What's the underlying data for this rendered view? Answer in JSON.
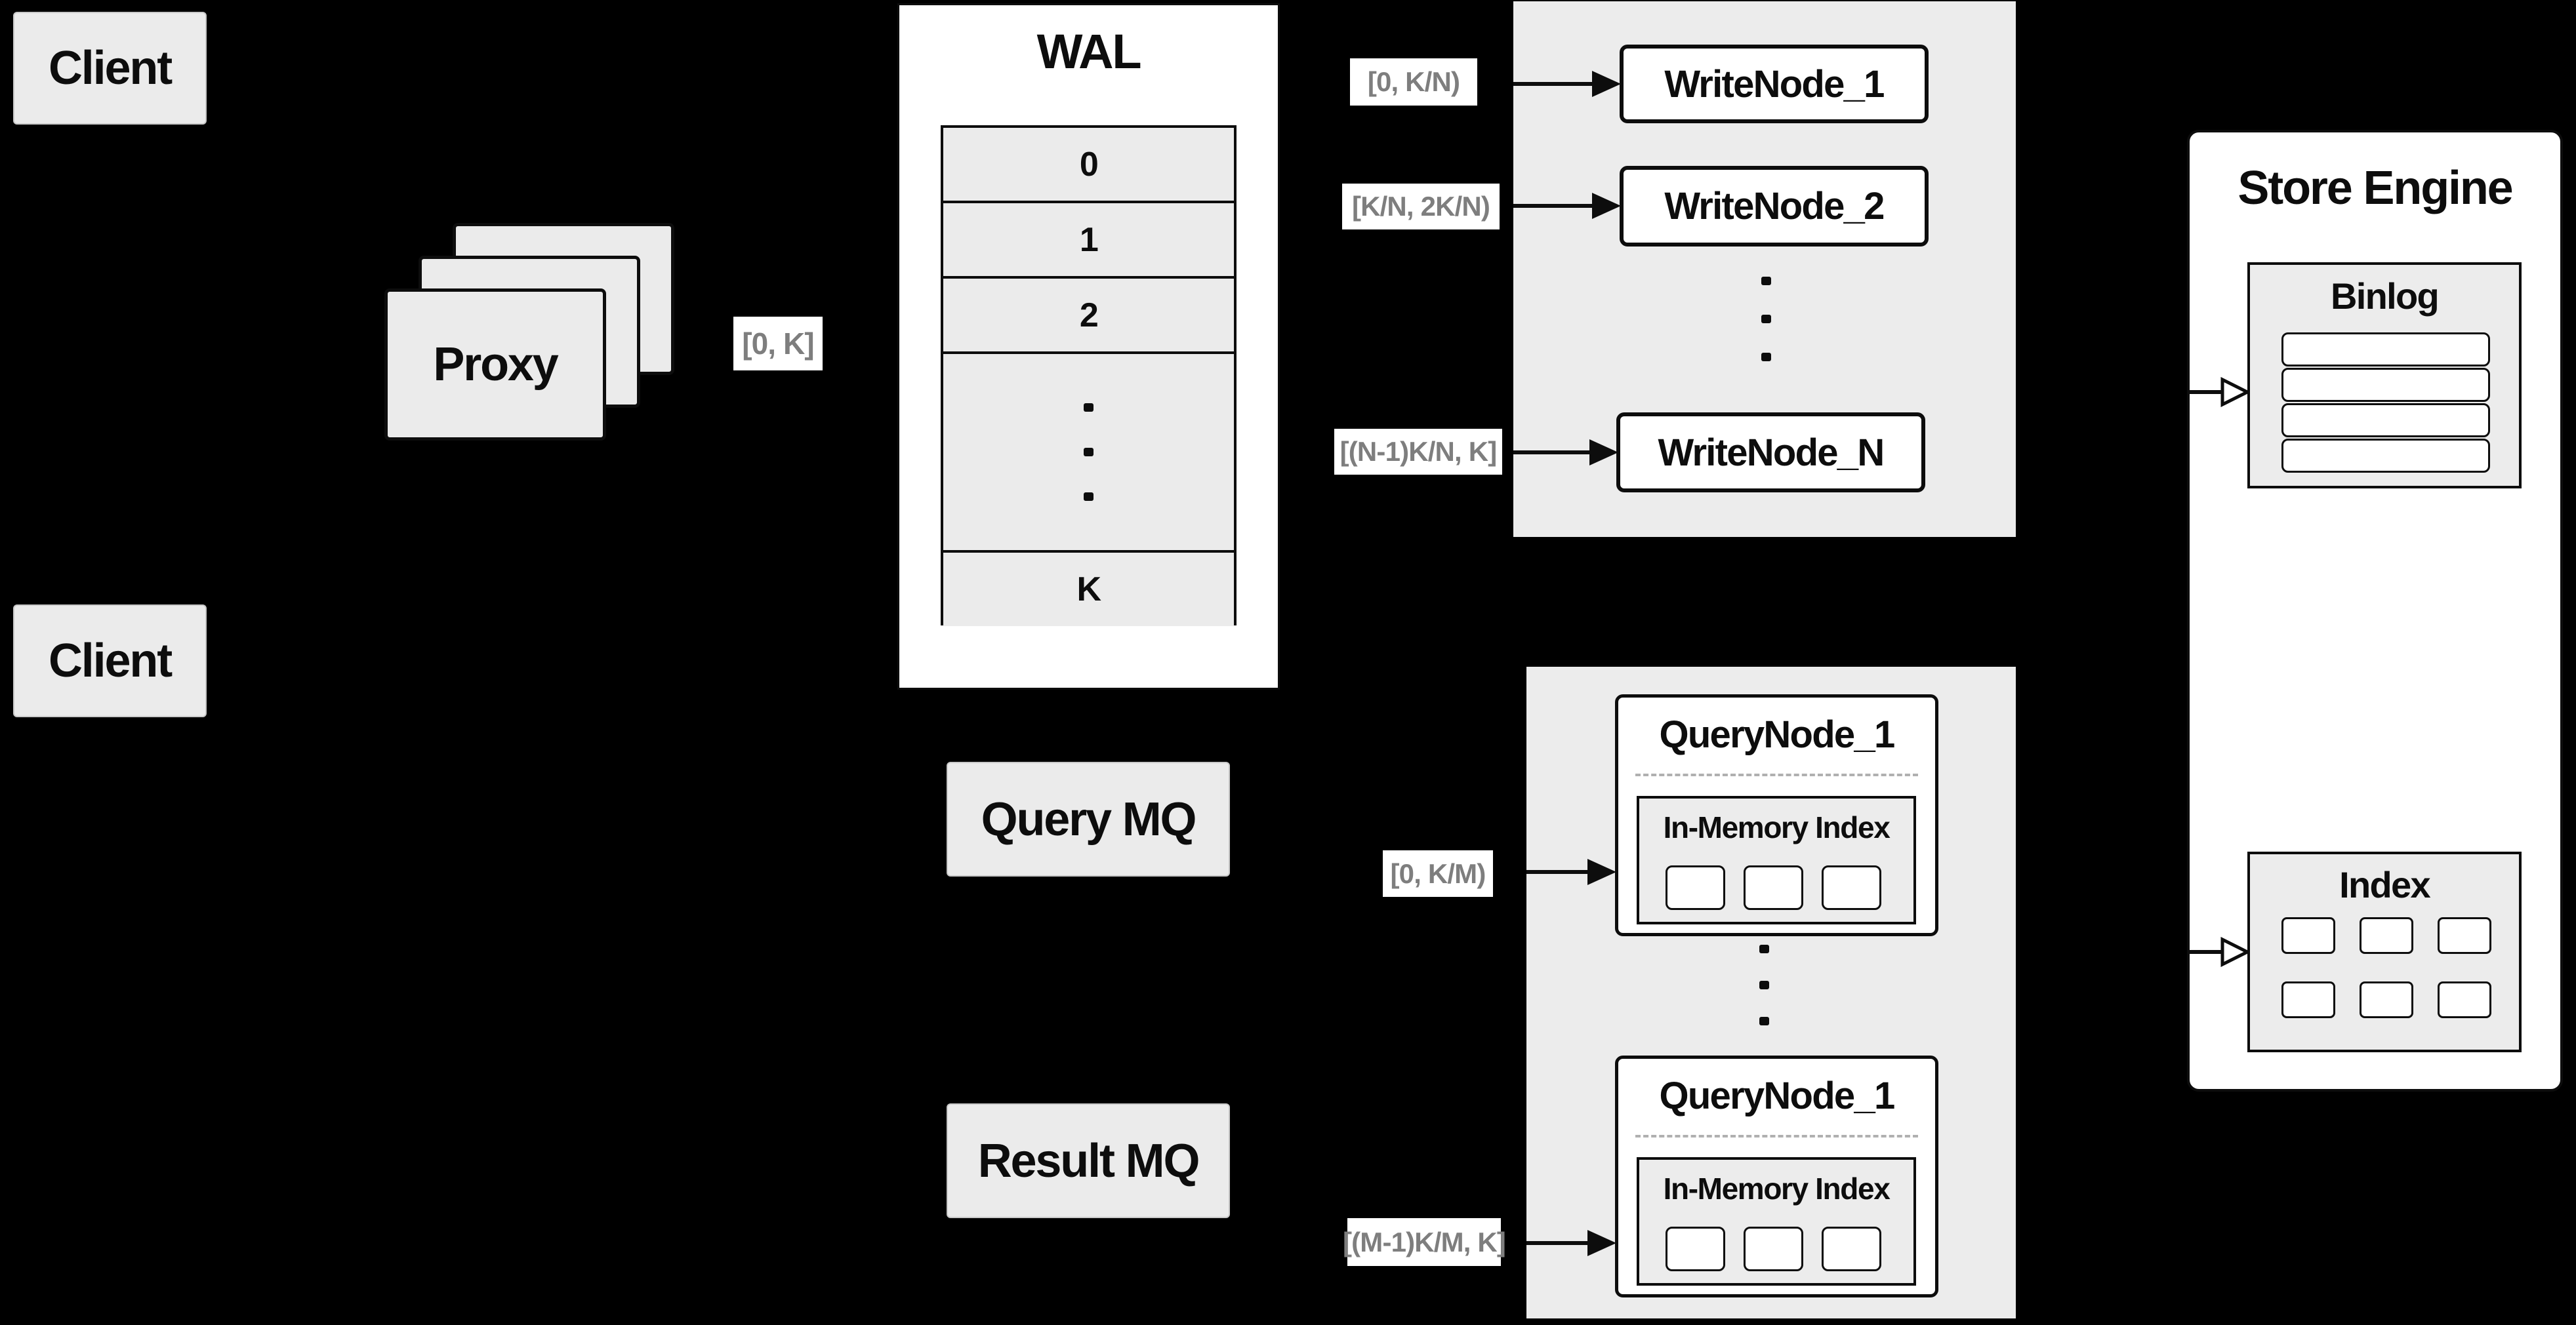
{
  "diagram": {
    "background": "#000000",
    "fill_light": "#ececec",
    "fill_box": "#ebebeb",
    "fill_white": "#ffffff",
    "stroke": "#000000",
    "range_label_color": "#7e7e7e"
  },
  "clients": {
    "top_label": "Client",
    "bottom_label": "Client"
  },
  "proxy": {
    "label": "Proxy",
    "range_label": "[0, K]"
  },
  "wal": {
    "title": "WAL",
    "rows": [
      "0",
      "1",
      "2",
      "K"
    ]
  },
  "write_group": {
    "nodes": [
      "WriteNode_1",
      "WriteNode_2",
      "WriteNode_N"
    ],
    "range_labels": [
      "[0, K/N)",
      "[K/N, 2K/N)",
      "[(N-1)K/N, K]"
    ]
  },
  "store_engine": {
    "title": "Store Engine",
    "binlog_title": "Binlog",
    "index_title": "Index"
  },
  "mq": {
    "query_label": "Query MQ",
    "result_label": "Result MQ"
  },
  "query_group": {
    "node_top_title": "QueryNode_1",
    "node_bottom_title": "QueryNode_1",
    "in_memory_label": "In-Memory Index",
    "range_labels": [
      "[0, K/M)",
      "[(M-1)K/M, K]"
    ]
  }
}
